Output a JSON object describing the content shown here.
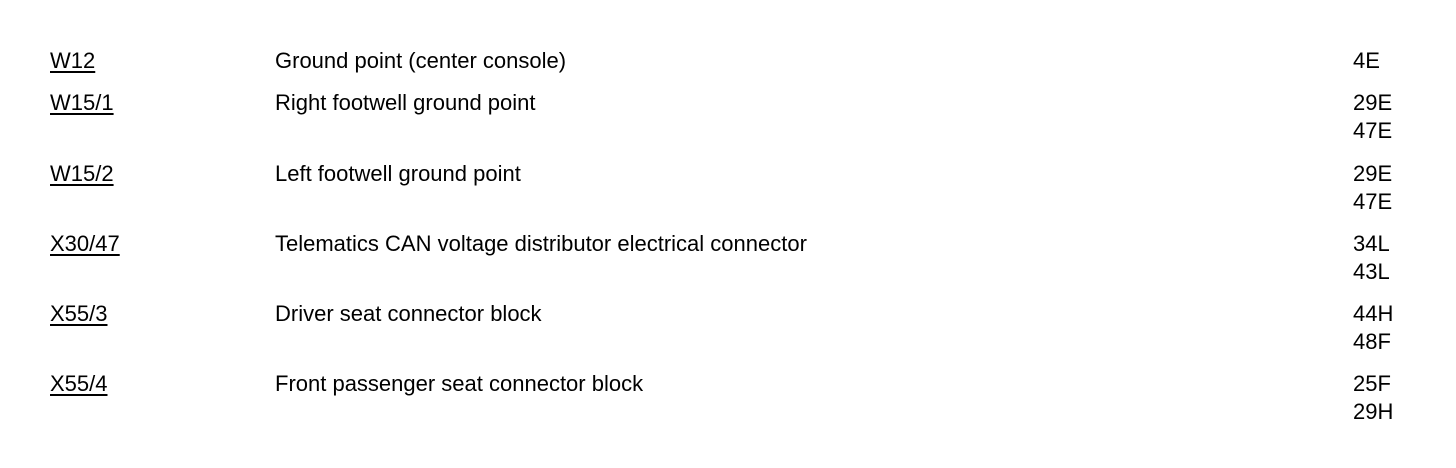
{
  "rows": [
    {
      "code": "W12",
      "description": "Ground point (center console)",
      "refs": [
        "4E"
      ]
    },
    {
      "code": "W15/1",
      "description": "Right footwell ground point",
      "refs": [
        "29E",
        "47E"
      ]
    },
    {
      "code": "W15/2",
      "description": "Left footwell ground point",
      "refs": [
        "29E",
        "47E"
      ]
    },
    {
      "code": "X30/47",
      "description": "Telematics CAN voltage distributor electrical connector",
      "refs": [
        "34L",
        "43L"
      ]
    },
    {
      "code": "X55/3",
      "description": "Driver seat connector block",
      "refs": [
        "44H",
        "48F"
      ]
    },
    {
      "code": "X55/4",
      "description": "Front passenger seat connector block",
      "refs": [
        "25F",
        "29H"
      ]
    }
  ]
}
